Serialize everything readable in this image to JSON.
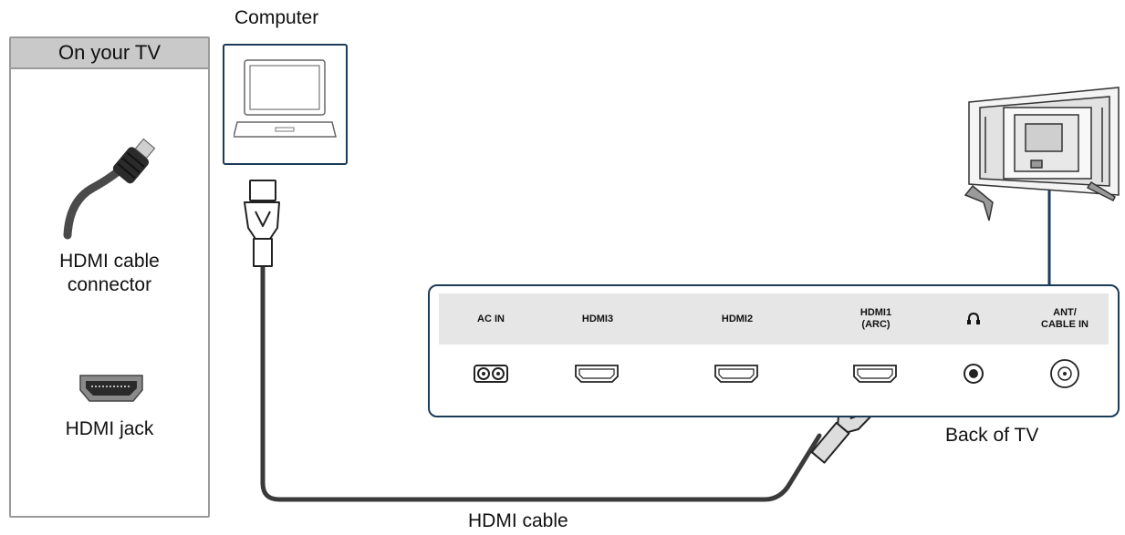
{
  "legend": {
    "header": "On your TV",
    "items": [
      {
        "label": "HDMI cable\nconnector",
        "icon": "hdmi-cable-connector-icon"
      },
      {
        "label": "HDMI jack",
        "icon": "hdmi-jack-icon"
      }
    ]
  },
  "computer": {
    "caption": "Computer",
    "icon": "laptop-icon"
  },
  "tv_panel": {
    "caption": "Back of TV",
    "ports": [
      {
        "label": "AC IN",
        "icon": "ac-power-icon"
      },
      {
        "label": "HDMI3",
        "icon": "hdmi-port-icon"
      },
      {
        "label": "HDMI2",
        "icon": "hdmi-port-icon"
      },
      {
        "label": "HDMI1\n(ARC)",
        "icon": "hdmi-port-icon"
      },
      {
        "label": "",
        "icon": "headphone-icon"
      },
      {
        "label": "ANT/\nCABLE IN",
        "icon": "coax-port-icon"
      }
    ]
  },
  "cable": {
    "caption": "HDMI cable"
  },
  "colors": {
    "frame": "#1c3b57",
    "cable": "#3a3a3a",
    "panel_header": "#e6e6e6",
    "legend_header": "#c9c9c9"
  }
}
